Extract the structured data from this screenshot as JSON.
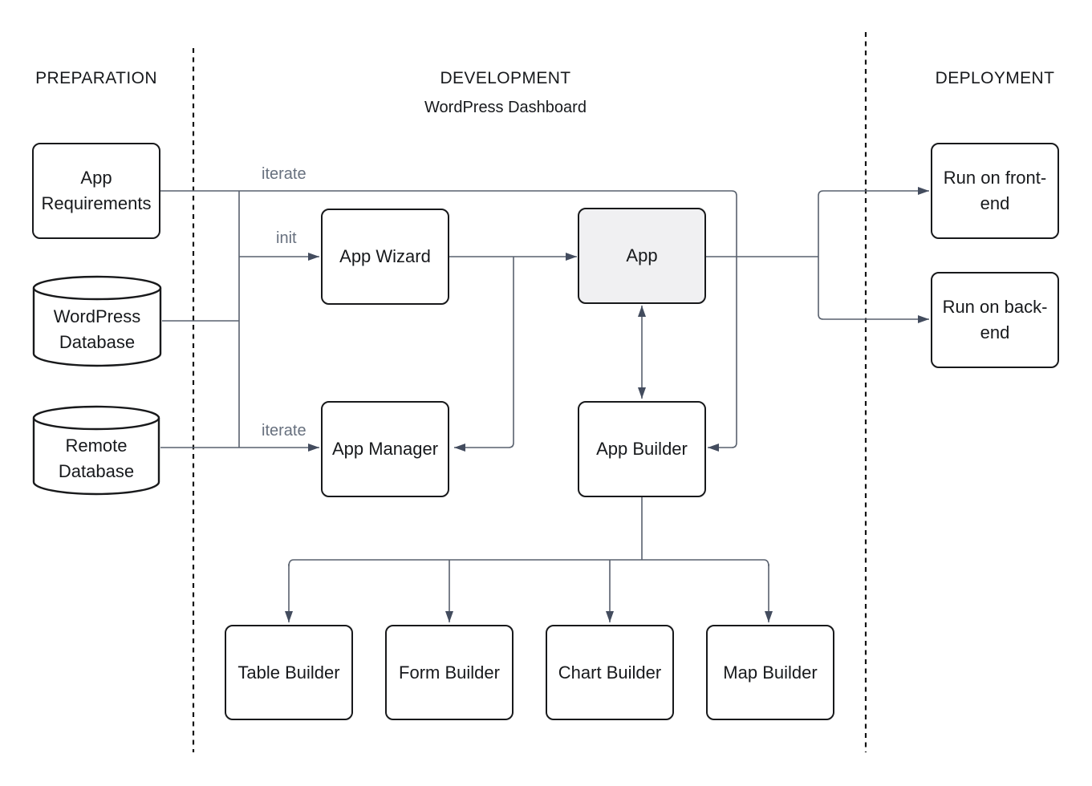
{
  "diagram": {
    "sections": {
      "preparation": {
        "label": "PREPARATION"
      },
      "development": {
        "label": "DEVELOPMENT",
        "subtitle": "WordPress Dashboard"
      },
      "deployment": {
        "label": "DEPLOYMENT"
      }
    },
    "nodes": {
      "app_requirements": {
        "label": "App Requirements",
        "shape": "rectangle"
      },
      "wordpress_database": {
        "label": "WordPress Database",
        "shape": "cylinder"
      },
      "remote_database": {
        "label": "Remote Database",
        "shape": "cylinder"
      },
      "app_wizard": {
        "label": "App Wizard",
        "shape": "rectangle"
      },
      "app": {
        "label": "App",
        "shape": "rectangle",
        "fill": "#f0f0f2"
      },
      "app_manager": {
        "label": "App Manager",
        "shape": "rectangle"
      },
      "app_builder": {
        "label": "App Builder",
        "shape": "rectangle"
      },
      "run_frontend": {
        "label": "Run on front-end",
        "shape": "rectangle"
      },
      "run_backend": {
        "label": "Run on back-end",
        "shape": "rectangle"
      },
      "table_builder": {
        "label": "Table Builder",
        "shape": "rectangle"
      },
      "form_builder": {
        "label": "Form Builder",
        "shape": "rectangle"
      },
      "chart_builder": {
        "label": "Chart Builder",
        "shape": "rectangle"
      },
      "map_builder": {
        "label": "Map Builder",
        "shape": "rectangle"
      }
    },
    "edge_labels": {
      "iterate_top": "iterate",
      "init": "init",
      "iterate_bottom": "iterate"
    },
    "colors": {
      "connector": "#59616e",
      "arrowhead": "#434c5e",
      "box_border": "#18191b",
      "app_fill": "#f0f0f2",
      "edge_label_gray": "#67707e",
      "divider": "#141414",
      "text": "#17191c"
    }
  }
}
